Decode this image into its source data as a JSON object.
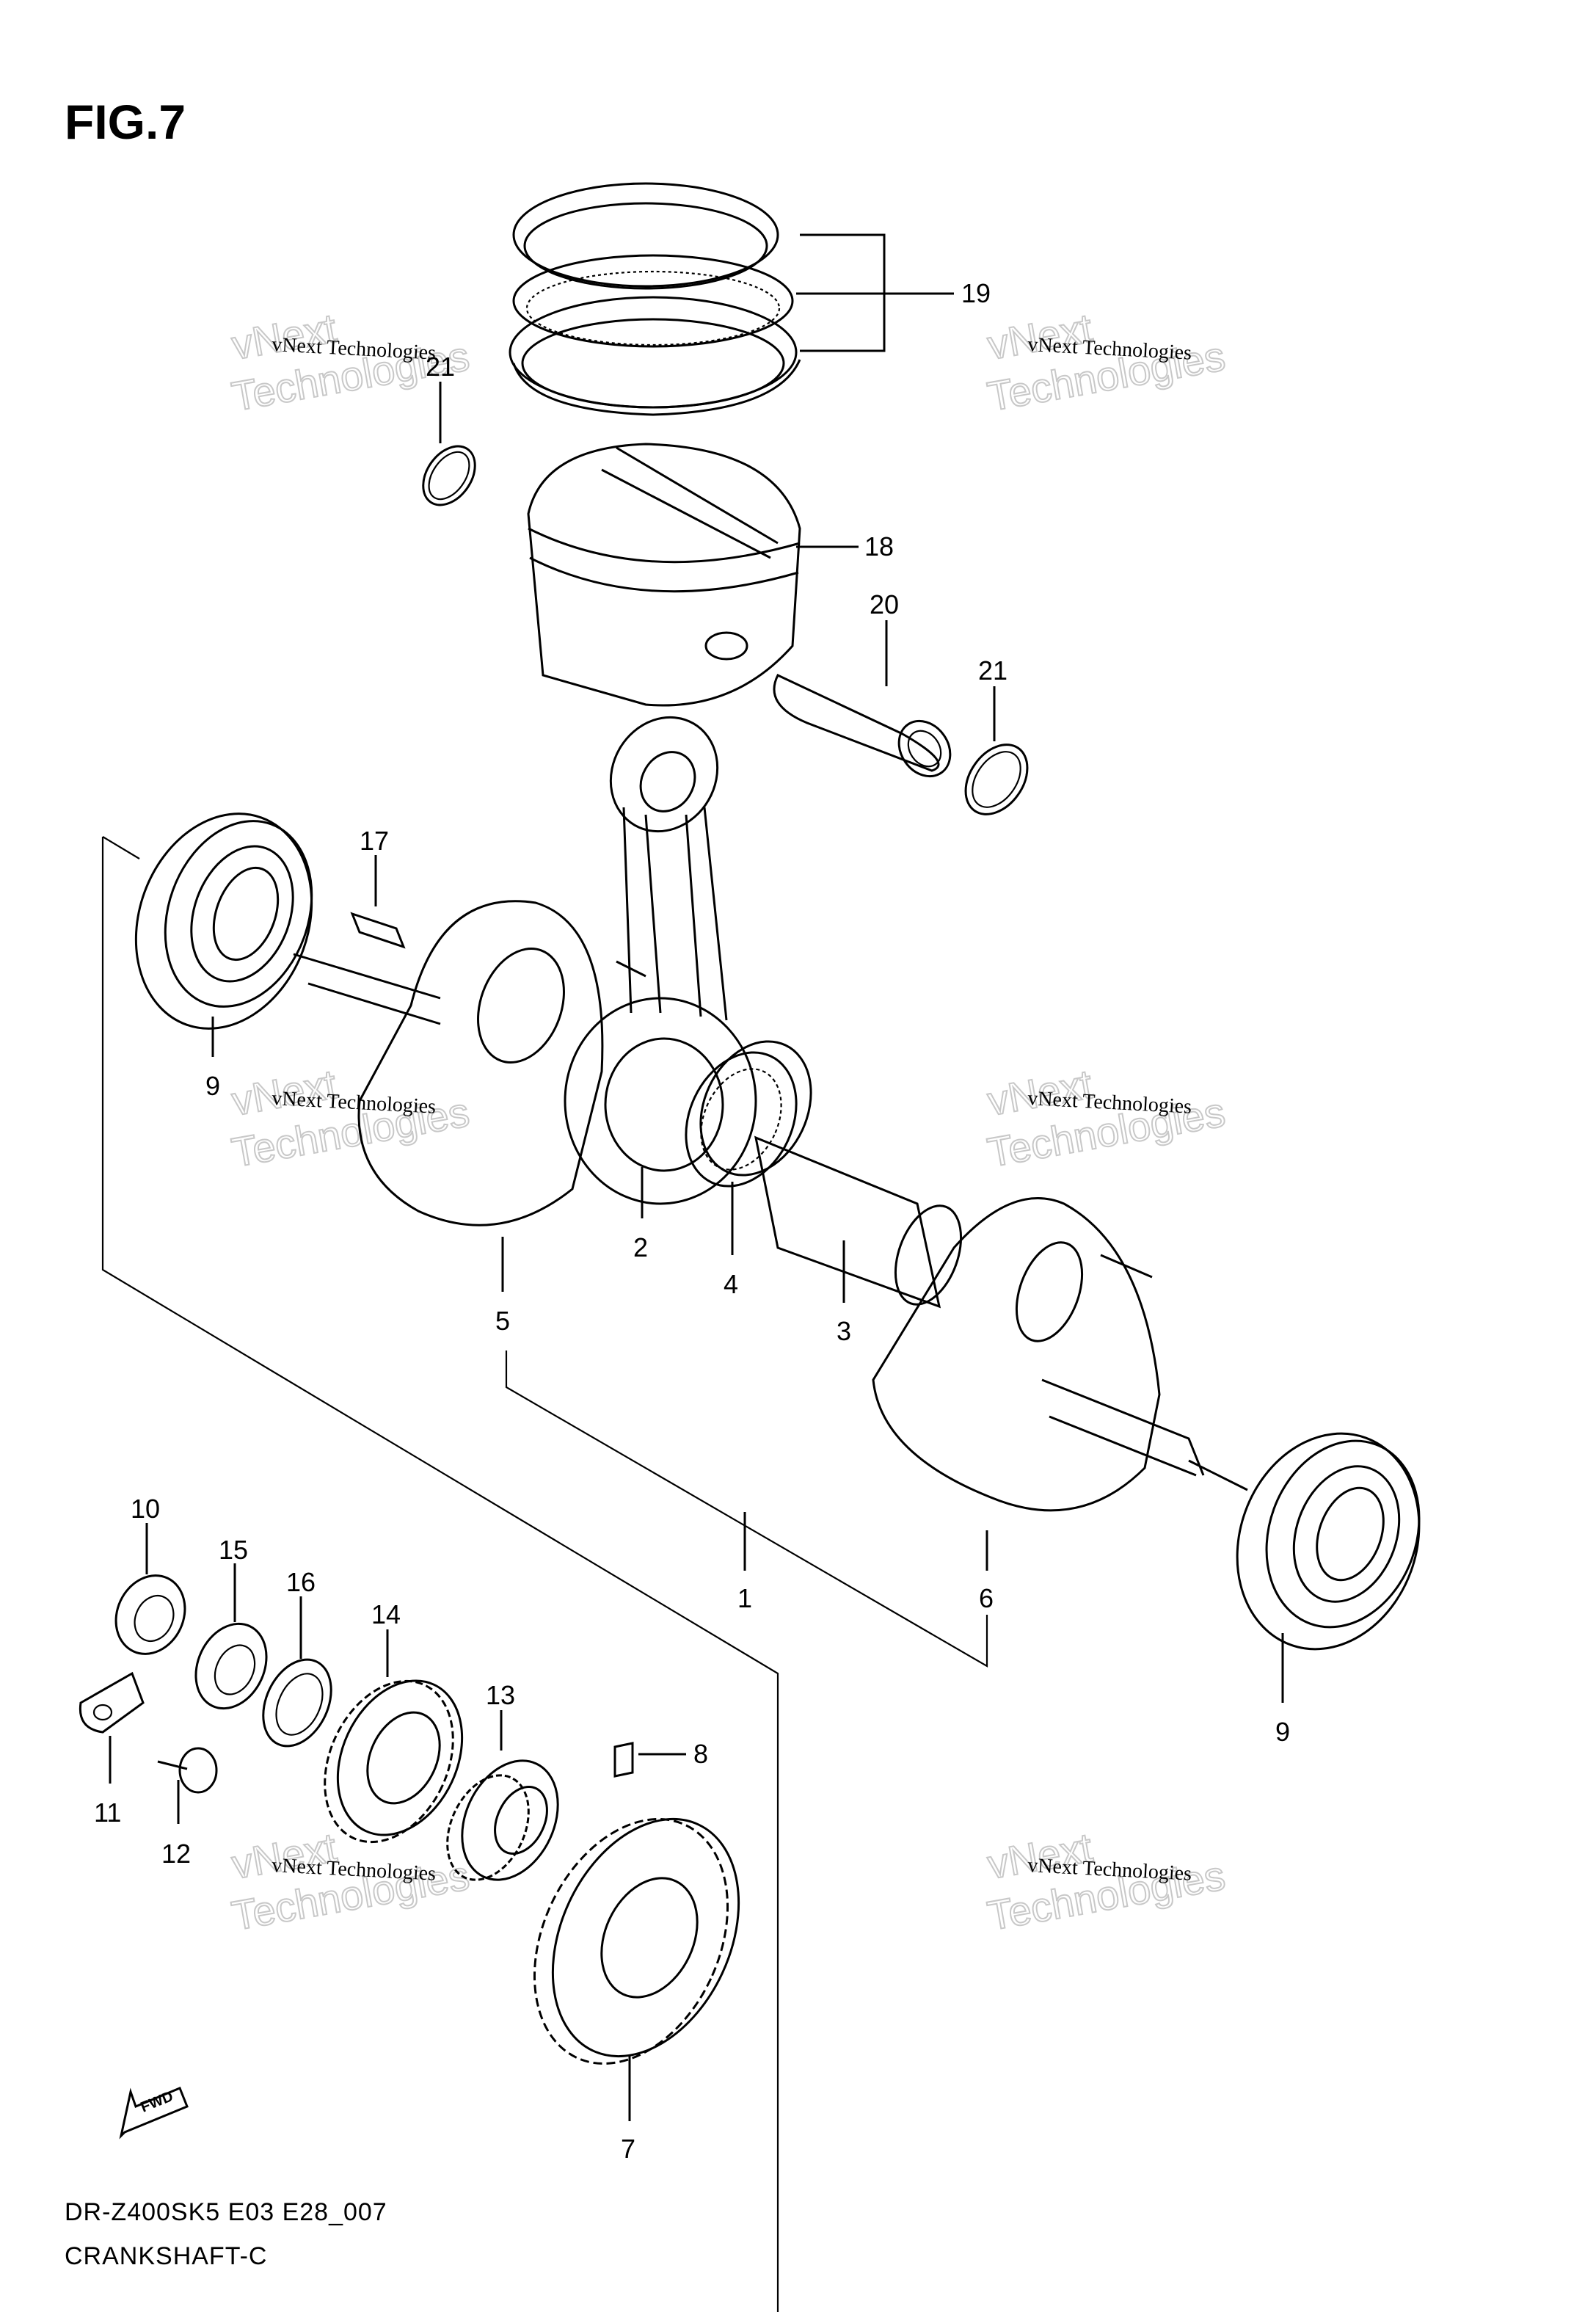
{
  "figure": {
    "title": "FIG.7",
    "model_code": "DR-Z400SK5 E03 E28_007",
    "section": "CRANKSHAFT-C",
    "fwd_label": "FWD"
  },
  "watermark": {
    "company": "vNext Technologies",
    "big_line1": "vNext",
    "big_line2": "Technologies"
  },
  "callouts": [
    {
      "id": "c19",
      "label": "19"
    },
    {
      "id": "c21a",
      "label": "21"
    },
    {
      "id": "c18",
      "label": "18"
    },
    {
      "id": "c20",
      "label": "20"
    },
    {
      "id": "c21b",
      "label": "21"
    },
    {
      "id": "c17",
      "label": "17"
    },
    {
      "id": "c9a",
      "label": "9"
    },
    {
      "id": "c2",
      "label": "2"
    },
    {
      "id": "c4",
      "label": "4"
    },
    {
      "id": "c3",
      "label": "3"
    },
    {
      "id": "c5",
      "label": "5"
    },
    {
      "id": "c1",
      "label": "1"
    },
    {
      "id": "c6",
      "label": "6"
    },
    {
      "id": "c9b",
      "label": "9"
    },
    {
      "id": "c10",
      "label": "10"
    },
    {
      "id": "c15",
      "label": "15"
    },
    {
      "id": "c16",
      "label": "16"
    },
    {
      "id": "c14",
      "label": "14"
    },
    {
      "id": "c13",
      "label": "13"
    },
    {
      "id": "c8",
      "label": "8"
    },
    {
      "id": "c11",
      "label": "11"
    },
    {
      "id": "c12",
      "label": "12"
    },
    {
      "id": "c7",
      "label": "7"
    }
  ]
}
